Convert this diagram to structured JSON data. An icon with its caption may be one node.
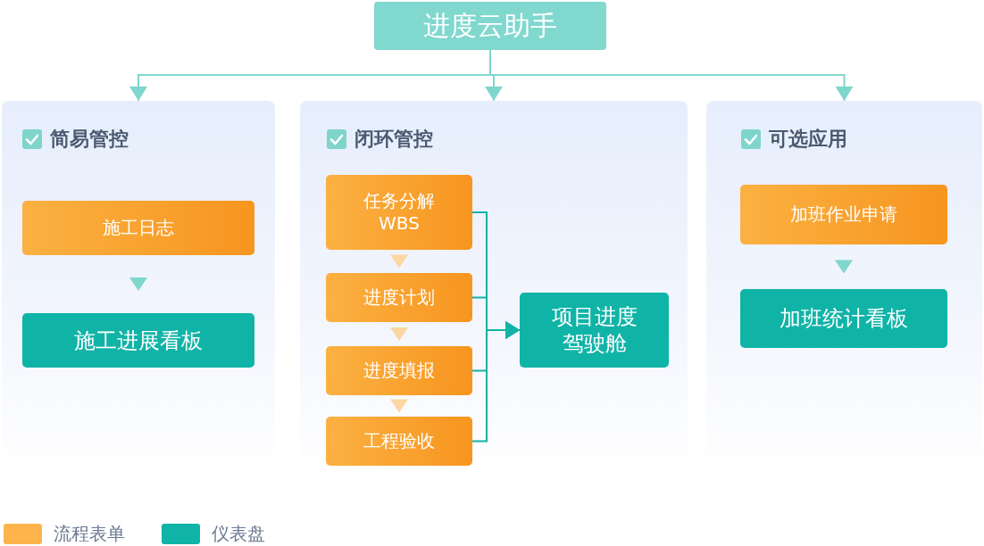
{
  "diagram": {
    "nodes": [
      {
        "text": [
          "进度云助手"
        ]
      },
      {
        "text": [
          "简易管控"
        ]
      },
      {
        "text": [
          "施工日志"
        ],
        "in": 1
      },
      {
        "text": [
          "施工进展看板"
        ],
        "in": 1
      },
      {
        "text": [
          "闭环管控"
        ]
      },
      {
        "text": [
          "任务分解 WBS"
        ],
        "in": 4
      },
      {
        "text": [
          "进度计划"
        ],
        "in": 4
      },
      {
        "text": [
          "进度填报"
        ],
        "in": 4
      },
      {
        "text": [
          "工程验收"
        ],
        "in": 4
      },
      {
        "text": [
          "项目进度驾驶舱"
        ],
        "in": 4
      },
      {
        "text": [
          "可选应用"
        ]
      },
      {
        "text": [
          "加班作业申请"
        ],
        "in": 10
      },
      {
        "text": [
          "加班统计看板"
        ],
        "in": 10
      }
    ],
    "edges": [
      {
        "from": 0,
        "to": 1,
        "arrow": "to",
        "color": "#7fd6cd"
      },
      {
        "from": 0,
        "to": 4,
        "arrow": "to",
        "color": "#7fd6cd"
      },
      {
        "from": 0,
        "to": 10,
        "arrow": "to",
        "color": "#7fd6cd"
      },
      {
        "from": 2,
        "to": 3,
        "arrow": "to",
        "color": "#7fd6cd"
      },
      {
        "from": 5,
        "to": 6,
        "arrow": "to",
        "color": "#fcd7a3"
      },
      {
        "from": 6,
        "to": 7,
        "arrow": "to",
        "color": "#fcd7a3"
      },
      {
        "from": 7,
        "to": 8,
        "arrow": "to",
        "color": "#fcd7a3"
      },
      {
        "from": 5,
        "to": 9,
        "arrow": "to",
        "color": "#12b2a6"
      },
      {
        "from": 6,
        "to": 9,
        "arrow": "to",
        "color": "#12b2a6"
      },
      {
        "from": 7,
        "to": 9,
        "arrow": "to",
        "color": "#12b2a6"
      },
      {
        "from": 8,
        "to": 9,
        "arrow": "to",
        "color": "#12b2a6"
      },
      {
        "from": 11,
        "to": 12,
        "arrow": "to",
        "color": "#7fd6cd"
      }
    ],
    "legend": [
      {
        "text": "流程表单",
        "color": "#fdb44b"
      },
      {
        "text": "仪表盘",
        "color": "#10b4a7"
      }
    ]
  }
}
